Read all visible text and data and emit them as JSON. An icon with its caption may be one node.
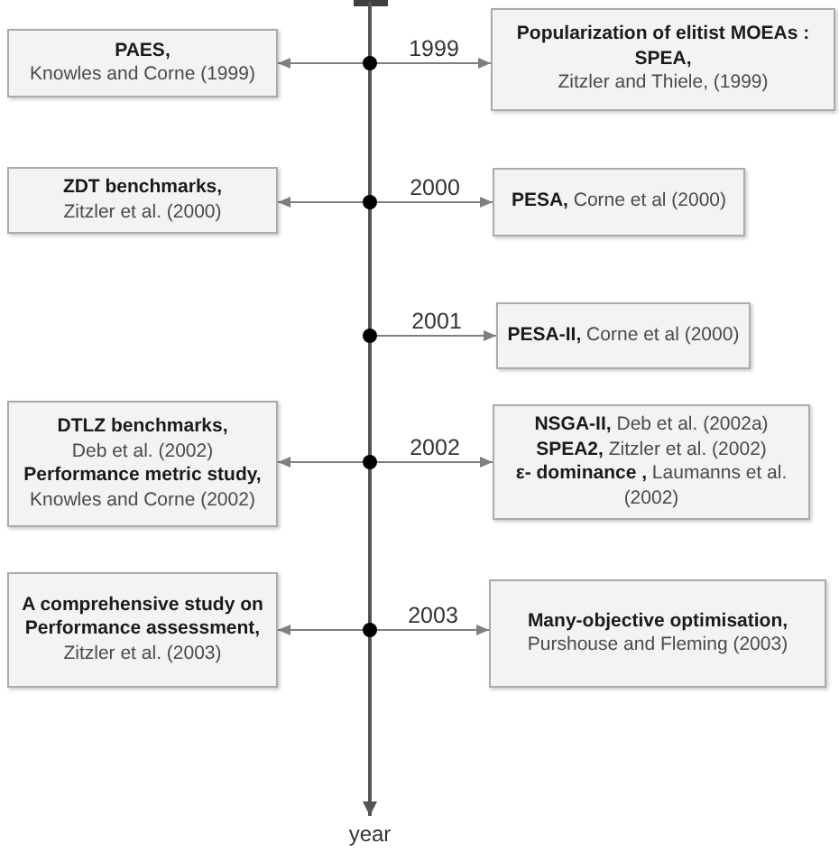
{
  "diagram": {
    "nodes": [
      {
        "text": [
          "PAES,",
          "Knowles and Corne (1999)"
        ]
      },
      {
        "text": [],
        "shape": "circle"
      },
      {
        "text": [
          "Popularization of elitist MOEAs : SPEA,",
          "Zitzler and Thiele, (1999)"
        ]
      },
      {
        "text": [
          "ZDT benchmarks,",
          "Zitzler et al. (2000)"
        ]
      },
      {
        "text": [],
        "shape": "circle"
      },
      {
        "text": [
          "**PESA,** Corne et al (2000)"
        ]
      },
      {
        "text": [],
        "shape": "circle"
      },
      {
        "text": [
          "**PESA-II,** Corne et al (2000)"
        ]
      },
      {
        "text": [
          "DTLZ benchmarks,",
          "Deb et al. (2002)",
          "Performance metric study,",
          "Knowles and Corne (2002)"
        ]
      },
      {
        "text": [],
        "shape": "circle"
      },
      {
        "text": [
          "**NSGA-II,** Deb et al. (2002a)",
          "**SPEA2,** Zitzler et al. (2002)",
          "**ε- dominance ,** Laumanns et al. (2002)"
        ]
      },
      {
        "text": [
          "A comprehensive study on Performance assessment,",
          "Zitzler et al. (2003)"
        ]
      },
      {
        "text": [],
        "shape": "circle"
      },
      {
        "text": [
          "Many-objective optimisation,",
          "Purshouse and Fleming (2003)"
        ]
      }
    ],
    "edges": [
      {
        "from": 1,
        "to": 0,
        "arrow": "to"
      },
      {
        "from": 1,
        "to": 2,
        "arrow": "to",
        "label": "1999"
      },
      {
        "from": 4,
        "to": 3,
        "arrow": "to"
      },
      {
        "from": 4,
        "to": 5,
        "arrow": "to",
        "label": "2000"
      },
      {
        "from": 6,
        "to": 7,
        "arrow": "to",
        "label": "2001"
      },
      {
        "from": 9,
        "to": 8,
        "arrow": "to"
      },
      {
        "from": 9,
        "to": 10,
        "arrow": "to",
        "label": "2002"
      },
      {
        "from": 12,
        "to": 11,
        "arrow": "to"
      },
      {
        "from": 12,
        "to": 13,
        "arrow": "to",
        "label": "2003"
      }
    ],
    "labels": [
      "year"
    ]
  }
}
